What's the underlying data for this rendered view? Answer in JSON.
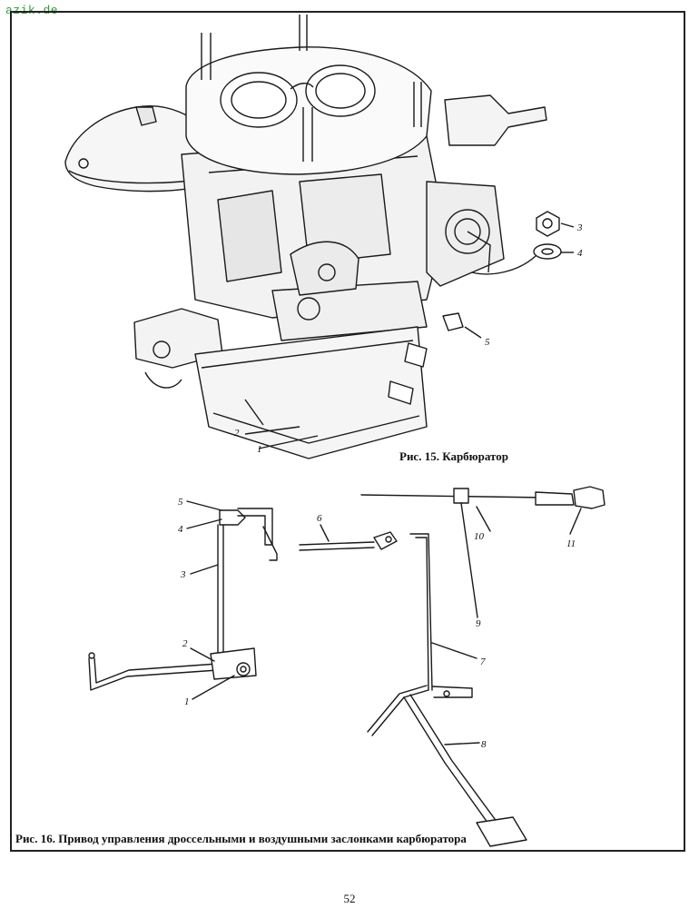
{
  "watermark": "azik.de",
  "figure15": {
    "caption": "Рис. 15. Карбюратор",
    "callouts": [
      "1",
      "2",
      "3",
      "4",
      "5"
    ]
  },
  "figure16": {
    "caption": "Рис. 16. Привод управления дроссельными и воздушными заслонками карбюратора",
    "callouts": [
      "1",
      "2",
      "3",
      "4",
      "5",
      "6",
      "7",
      "8",
      "9",
      "10",
      "11"
    ]
  },
  "page_number": "52"
}
